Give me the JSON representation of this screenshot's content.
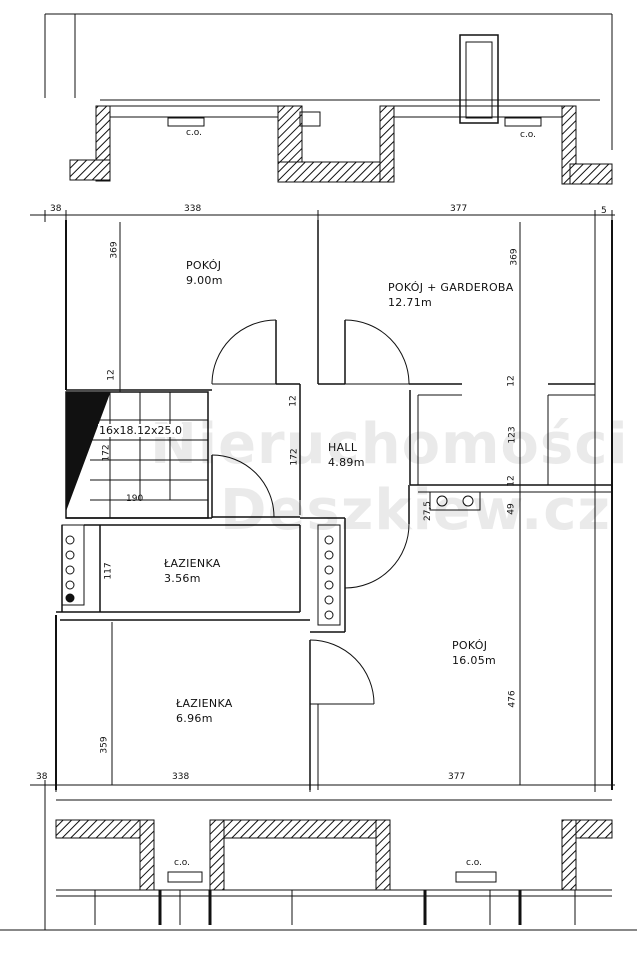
{
  "rooms": {
    "pokoj1": {
      "name": "POKÓJ",
      "area": "9.00m"
    },
    "pokoj2": {
      "name": "POKÓJ + GARDEROBA",
      "area": "12.71m"
    },
    "hall": {
      "name": "HALL",
      "area": "4.89m"
    },
    "lazienka1": {
      "name": "ŁAZIENKA",
      "area": "3.56m"
    },
    "pokoj3": {
      "name": "POKÓJ",
      "area": "16.05m"
    },
    "lazienka2": {
      "name": "ŁAZIENKA",
      "area": "6.96m"
    }
  },
  "dimensions": {
    "top_left": "38",
    "top_mid": "338",
    "top_right": "377",
    "top_end": "5",
    "bottom_left": "38",
    "bottom_mid": "338",
    "bottom_right": "377",
    "v_369_left": "369",
    "v_369_right": "369",
    "v_12_a": "12",
    "v_12_b": "12",
    "v_12_c": "12",
    "v_12_d": "12",
    "v_172_hall": "172",
    "v_172_stair": "172",
    "v_123": "123",
    "v_49": "49",
    "v_27_5": "27,5",
    "v_117": "117",
    "v_359": "359",
    "v_476": "476",
    "stair_190": "190"
  },
  "stairs": {
    "label": "16x18.12x25.0"
  },
  "radiator_labels": {
    "a": "c.o.",
    "b": "c.o.",
    "c": "c.o.",
    "d": "c.o."
  },
  "watermark": {
    "line1": "Nieruchomości",
    "line2": "Deszkiew.cz"
  }
}
